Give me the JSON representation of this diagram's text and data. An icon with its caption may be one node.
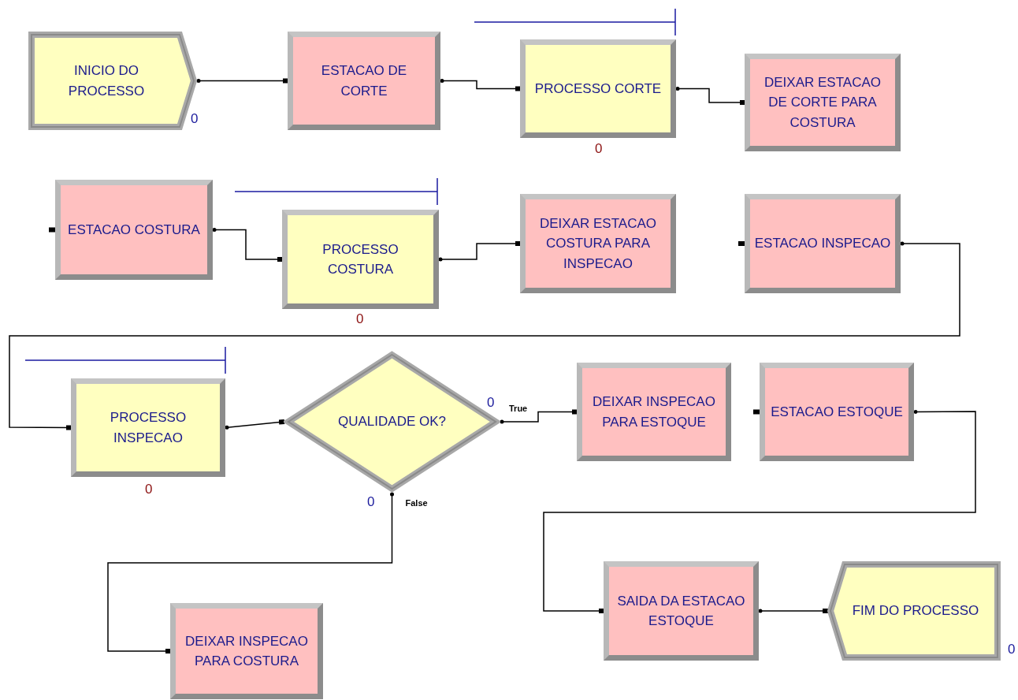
{
  "diagram": {
    "nodes": [
      {
        "text": [
          "INICIO DO PROCESSO"
        ],
        "beside": [
          "0"
        ]
      },
      {
        "text": [
          "ESTACAO DE CORTE"
        ]
      },
      {
        "text": [
          "PROCESSO CORTE"
        ],
        "beside": [
          "0"
        ]
      },
      {
        "text": [
          "DEIXAR ESTACAO DE CORTE PARA COSTURA"
        ]
      },
      {
        "text": [
          "ESTACAO COSTURA"
        ]
      },
      {
        "text": [
          "PROCESSO COSTURA"
        ],
        "beside": [
          "0"
        ]
      },
      {
        "text": [
          "DEIXAR ESTACAO COSTURA PARA INSPECAO"
        ]
      },
      {
        "text": [
          "ESTACAO INSPECAO"
        ]
      },
      {
        "text": [
          "PROCESSO INSPECAO"
        ],
        "beside": [
          "0"
        ]
      },
      {
        "text": [
          "QUALIDADE OK?"
        ],
        "beside": [
          "0",
          "0"
        ]
      },
      {
        "text": [
          "DEIXAR INSPECAO PARA ESTOQUE"
        ]
      },
      {
        "text": [
          "ESTACAO ESTOQUE"
        ]
      },
      {
        "text": [
          "DEIXAR INSPECAO PARA COSTURA"
        ]
      },
      {
        "text": [
          "SAIDA DA ESTACAO ESTOQUE"
        ]
      },
      {
        "text": [
          "FIM DO PROCESSO"
        ],
        "beside": [
          "0"
        ]
      }
    ],
    "edges": [
      {
        "from": 0,
        "to": 1,
        "arrow": "other"
      },
      {
        "from": 1,
        "to": 2,
        "arrow": "other"
      },
      {
        "from": 2,
        "to": 3,
        "arrow": "other"
      },
      {
        "from": 4,
        "to": 5,
        "arrow": "other"
      },
      {
        "from": 5,
        "to": 6,
        "arrow": "other"
      },
      {
        "from": 7,
        "to": 8,
        "arrow": "other"
      },
      {
        "from": 8,
        "to": 9,
        "arrow": "other"
      },
      {
        "from": 9,
        "to": 10,
        "label": "True",
        "arrow": "other"
      },
      {
        "from": 9,
        "to": 12,
        "label": "False",
        "arrow": "other"
      },
      {
        "from": 11,
        "to": 13,
        "arrow": "other"
      },
      {
        "from": 13,
        "to": 14,
        "arrow": "other"
      }
    ]
  }
}
